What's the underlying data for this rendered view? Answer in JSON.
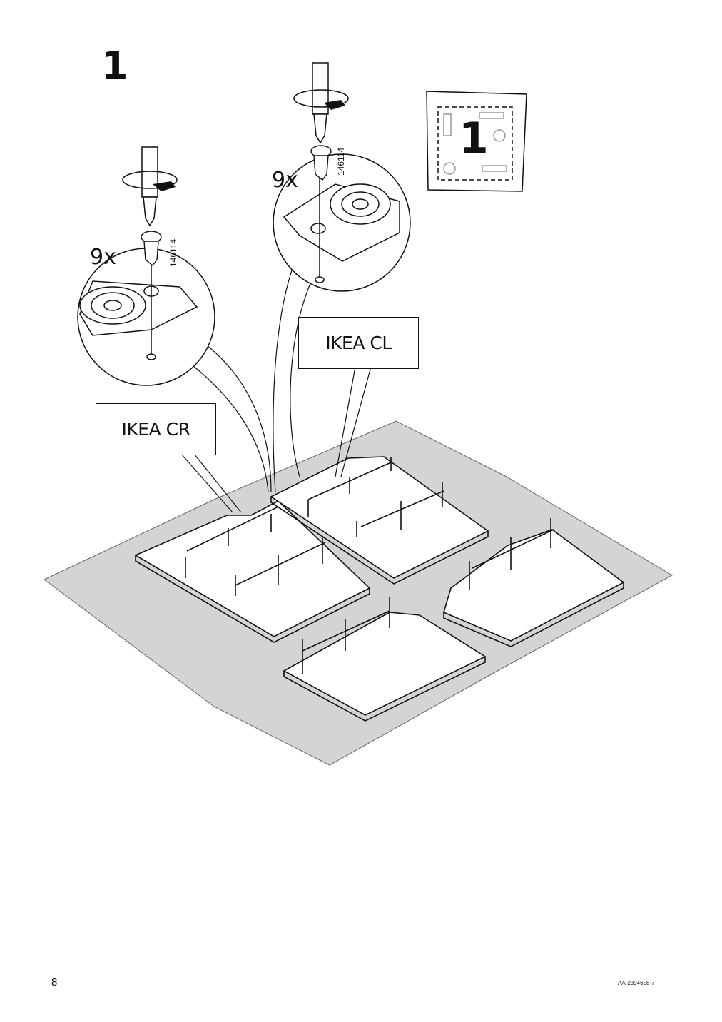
{
  "step": {
    "number": "1"
  },
  "fasteners": [
    {
      "quantity": "9x",
      "part_number": "146114"
    },
    {
      "quantity": "9x",
      "part_number": "146114"
    }
  ],
  "labels": {
    "panel_cl": "IKEA CL",
    "panel_cr": "IKEA CR"
  },
  "hardware_bag": {
    "number": "1"
  },
  "footer": {
    "page_number": "8",
    "document_code": "AA-2394658-7"
  },
  "colors": {
    "mat": "#d4d4d4",
    "line": "#111111",
    "panel": "#ffffff"
  },
  "icons": [
    "screwdriver-icon",
    "rotation-arrow-icon",
    "screw-icon",
    "hardware-bag-icon"
  ]
}
